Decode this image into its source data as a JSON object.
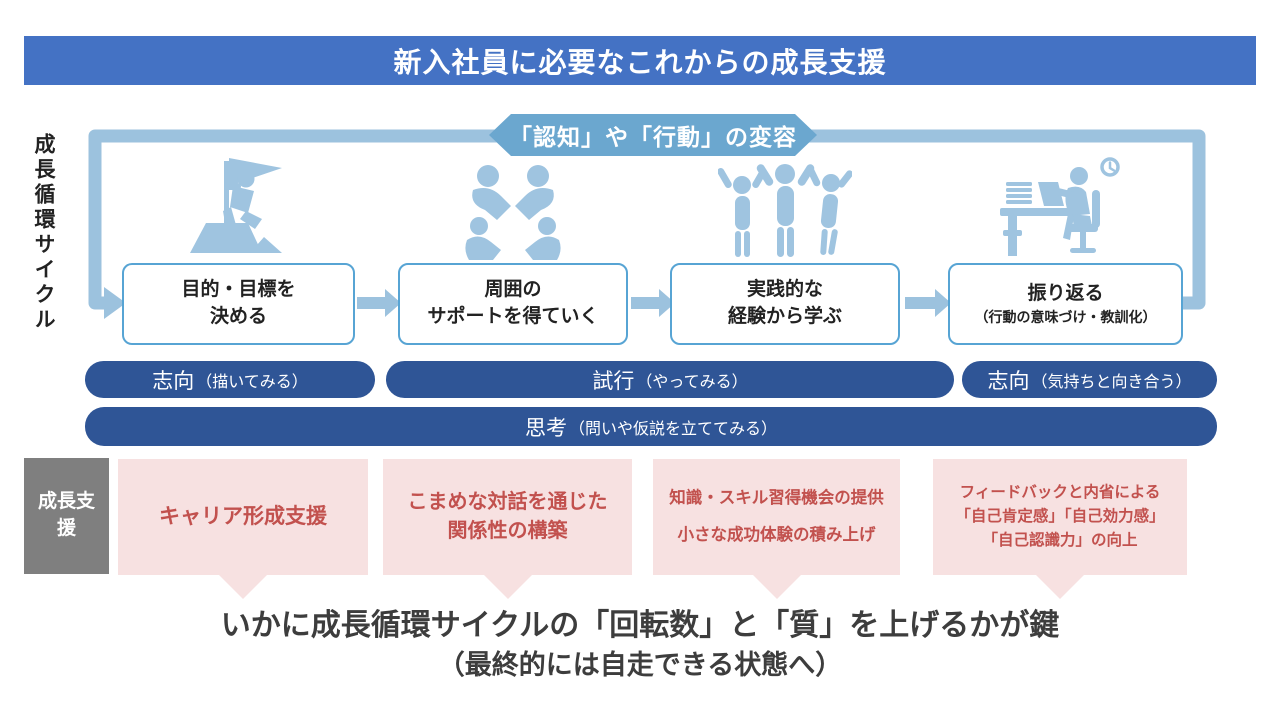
{
  "title": "新入社員に必要なこれからの成長支援",
  "cycle": {
    "axis_label": "成長循環サイクル",
    "banner": "「認知」や「行動」の変容",
    "steps": [
      {
        "line1": "目的・目標を",
        "line2": "決める",
        "icon": "flag-goal-icon"
      },
      {
        "line1": "周囲の",
        "line2": "サポートを得ていく",
        "icon": "support-people-icon"
      },
      {
        "line1": "実践的な",
        "line2": "経験から学ぶ",
        "icon": "celebrating-people-icon"
      },
      {
        "line1": "振り返る",
        "line2": "（行動の意味づけ・教訓化）",
        "icon": "desk-reflection-icon"
      }
    ]
  },
  "phase_pills": [
    {
      "main": "志向",
      "sub": "（描いてみる）"
    },
    {
      "main": "試行",
      "sub": "（やってみる）"
    },
    {
      "main": "志向",
      "sub": "（気持ちと向き合う）"
    }
  ],
  "thinking_pill": {
    "main": "思考",
    "sub": "（問いや仮説を立ててみる）"
  },
  "support": {
    "label": "成長支援",
    "items": [
      {
        "lines": [
          "キャリア形成支援"
        ]
      },
      {
        "lines": [
          "こまめな対話を通じた",
          "関係性の構築"
        ]
      },
      {
        "lines": [
          "知識・スキル習得機会の提供",
          "小さな成功体験の積み上げ"
        ]
      },
      {
        "lines": [
          "フィードバックと内省による",
          "「自己肯定感」「自己効力感」",
          "「自己認識力」の向上"
        ]
      }
    ]
  },
  "conclusion": {
    "line1": "いかに成長循環サイクルの「回転数」と「質」を上げるかが鍵",
    "line2": "（最終的には自走できる状態へ）"
  },
  "colors": {
    "title_bg": "#4472C4",
    "loop": "#9CC2DE",
    "banner_bg": "#6BA7CF",
    "box_border": "#57A4D4",
    "icon": "#9FC4E0",
    "pill_bg": "#2F5596",
    "support_label_bg": "#7F7F7F",
    "support_box_bg": "#F7E1E1",
    "support_text": "#C2514E",
    "conclusion_text": "#3D3D3D"
  }
}
